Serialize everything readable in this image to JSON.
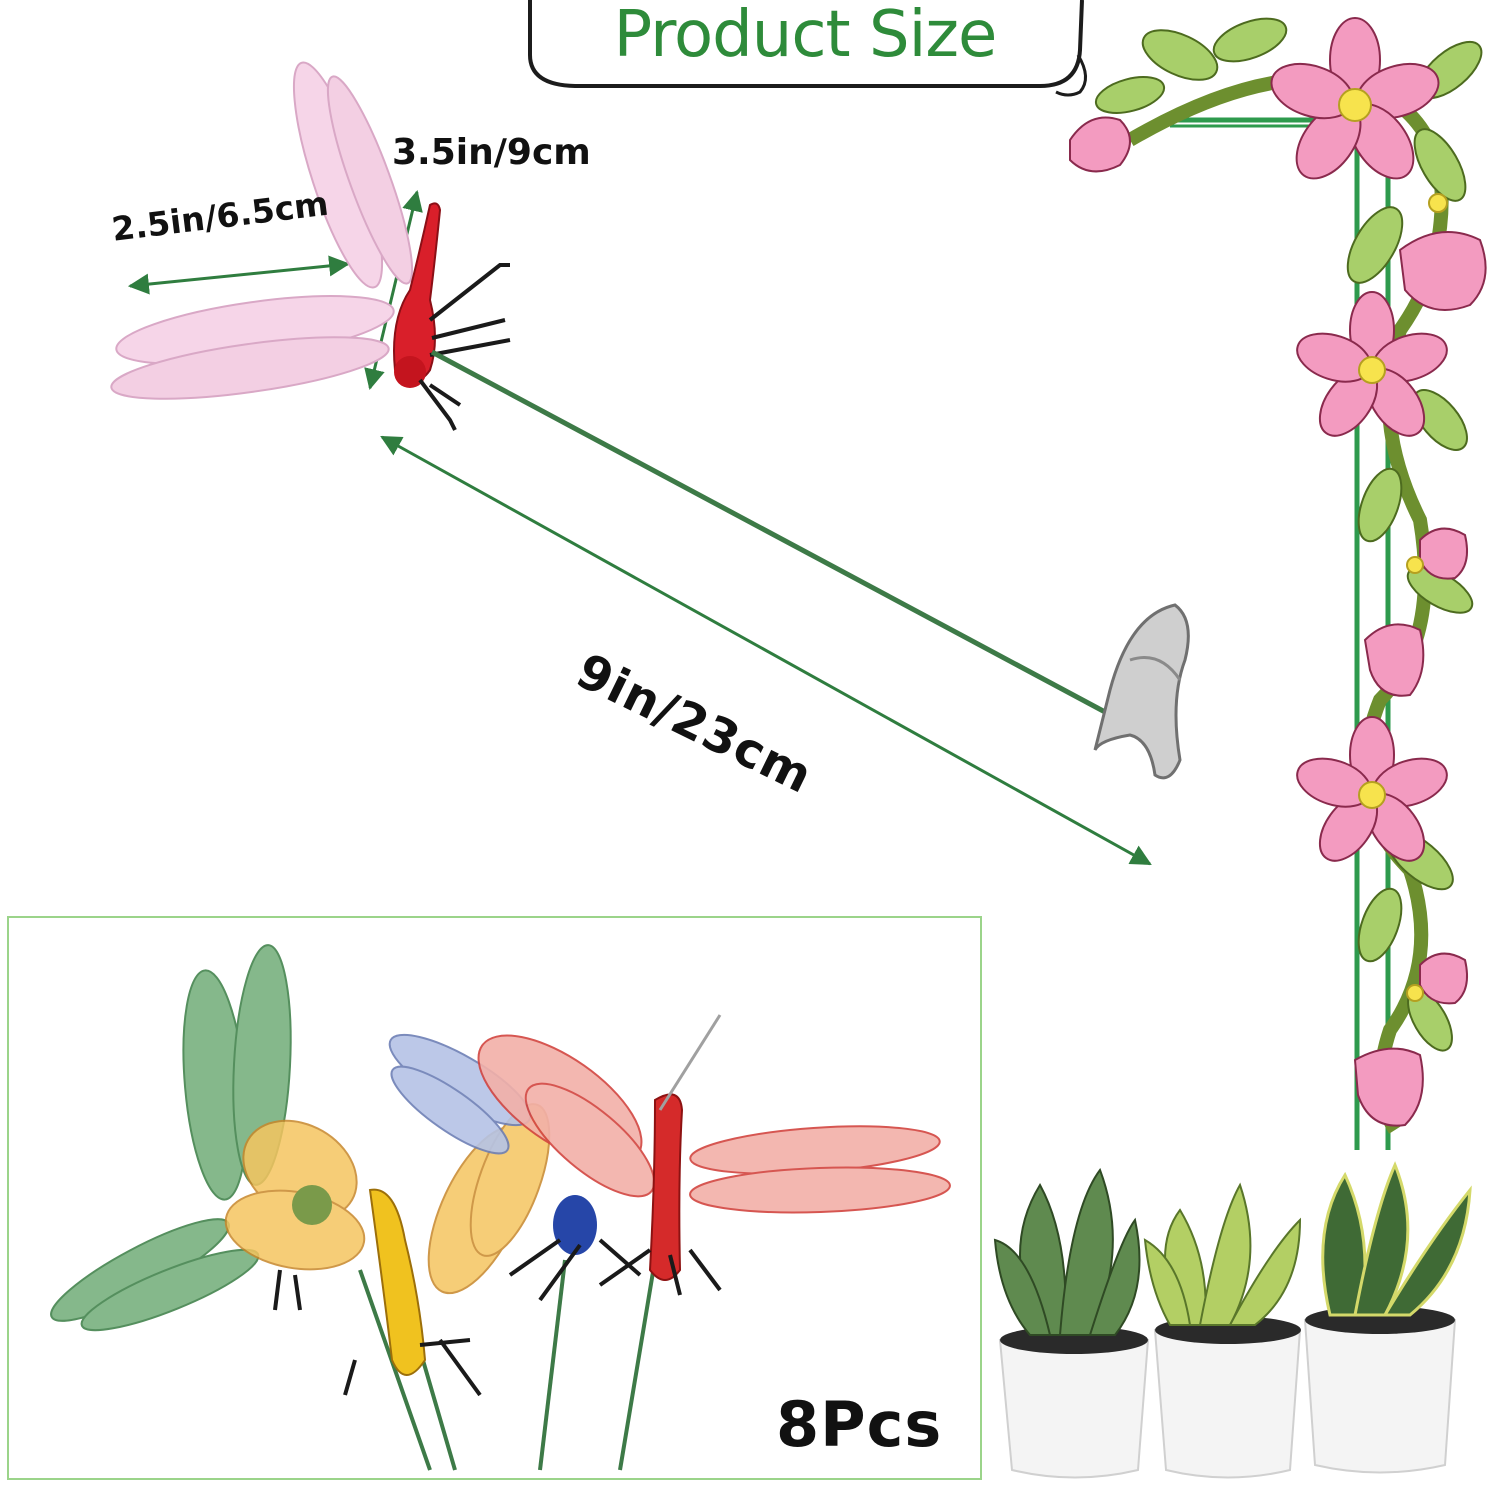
{
  "banner": {
    "title": "Product Size"
  },
  "dimensions": {
    "wingspan": "3.5in/9cm",
    "wing_length": "2.5in/6.5cm",
    "stake_length": "9in/23cm"
  },
  "pack": {
    "count_label": "8Pcs"
  },
  "colors": {
    "title_green": "#2e8b3a",
    "measure_line": "#2f7d3f",
    "frame_green": "#9bd48a",
    "flower_pink": "#f39bc0",
    "leaf_green": "#a8cf6a"
  }
}
